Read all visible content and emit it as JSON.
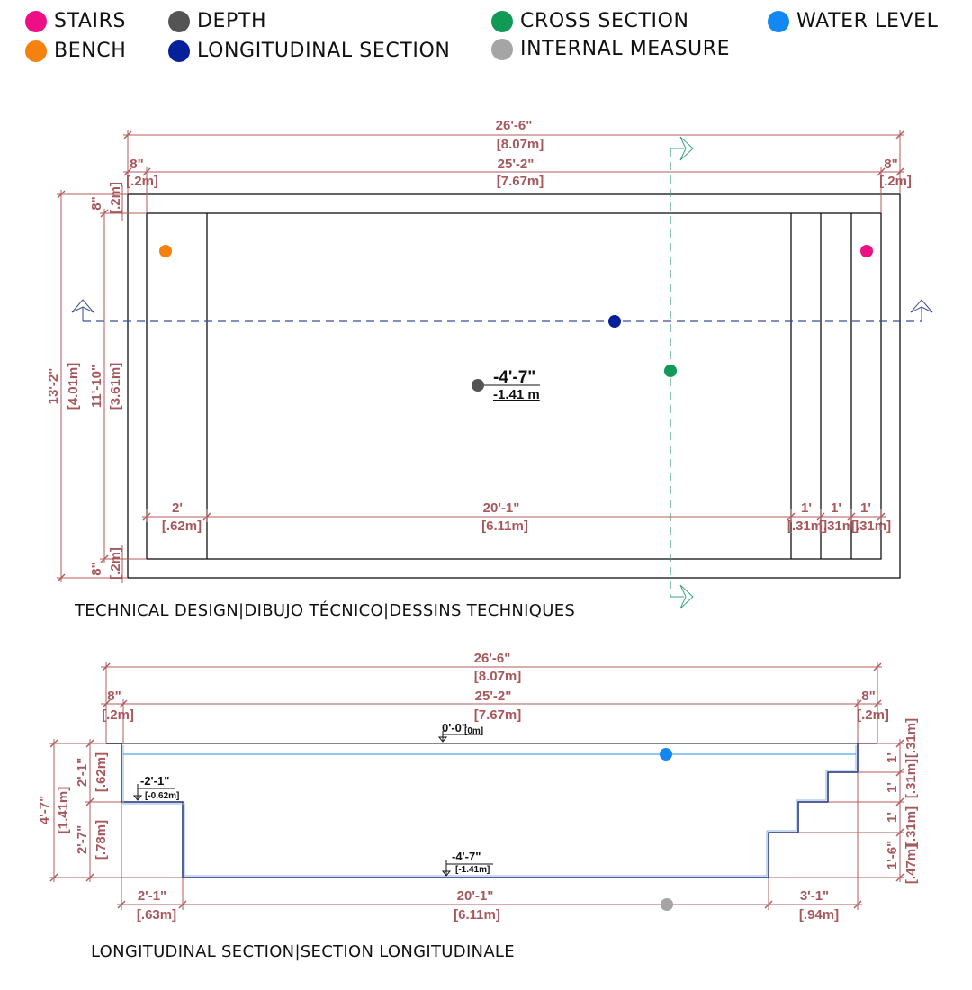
{
  "legend": [
    {
      "label": "STAIRS",
      "color": "#ee0f86"
    },
    {
      "label": "BENCH",
      "color": "#f5820f"
    },
    {
      "label": "DEPTH",
      "color": "#545454"
    },
    {
      "label": "LONGITUDINAL SECTION",
      "color": "#06209a"
    },
    {
      "label": "CROSS SECTION",
      "color": "#119a56"
    },
    {
      "label": "INTERNAL MEASURE",
      "color": "#a5a5a5"
    },
    {
      "label": "WATER LEVEL",
      "color": "#1488f2"
    }
  ],
  "plan": {
    "caption": "TECHNICAL DESIGN|DIBUJO TÉCNICO|DESSINS TECHNIQUES",
    "overall_width": {
      "ft": "26'-6\"",
      "m": "[8.07m]"
    },
    "inner_width": {
      "ft": "25'-2\"",
      "m": "[7.67m]"
    },
    "wall_left": {
      "ft": "8\"",
      "m": "[.2m]"
    },
    "wall_right": {
      "ft": "8\"",
      "m": "[.2m]"
    },
    "wall_top": {
      "ft": "8\"",
      "m": "[.2m]"
    },
    "wall_bottom": {
      "ft": "8\"",
      "m": "[.2m]"
    },
    "overall_height": {
      "ft": "13'-2\"",
      "m": "[4.01m]"
    },
    "inner_height": {
      "ft": "11'-10\"",
      "m": "[3.61m]"
    },
    "bench_width": {
      "ft": "2'",
      "m": "[.62m]"
    },
    "body_length": {
      "ft": "20'-1\"",
      "m": "[6.11m]"
    },
    "step1": {
      "ft": "1'",
      "m": "[.31m]"
    },
    "step2": {
      "ft": "1'",
      "m": "[.31m]"
    },
    "step3": {
      "ft": "1'",
      "m": "[.31m]"
    },
    "depth": {
      "ft": "-4'-7\"",
      "m": "-1.41 m"
    }
  },
  "section": {
    "caption": "LONGITUDINAL SECTION|SECTION LONGITUDINALE",
    "overall_width": {
      "ft": "26'-6\"",
      "m": "[8.07m]"
    },
    "inner_width": {
      "ft": "25'-2\"",
      "m": "[7.67m]"
    },
    "wall_left": {
      "ft": "8\"",
      "m": "[.2m]"
    },
    "wall_right": {
      "ft": "8\"",
      "m": "[.2m]"
    },
    "total_depth": {
      "ft": "4'-7\"",
      "m": "[1.41m]"
    },
    "bench_depth": {
      "ft": "2'-1\"",
      "m": "[.62m]"
    },
    "lower_depth": {
      "ft": "2'-7\"",
      "m": "[.78m]"
    },
    "level_top": {
      "ft": "0'-0\"",
      "m": "[0m]"
    },
    "level_bench": {
      "ft": "-2'-1\"",
      "m": "[-0.62m]"
    },
    "level_floor": {
      "ft": "-4'-7\"",
      "m": "[-1.41m]"
    },
    "bench_len": {
      "ft": "2'-1\"",
      "m": "[.63m]"
    },
    "floor_len": {
      "ft": "20'-1\"",
      "m": "[6.11m]"
    },
    "stairs_len": {
      "ft": "3'-1\"",
      "m": "[.94m]"
    },
    "riser1": {
      "ft": "1'",
      "m": "[.31m]"
    },
    "riser2": {
      "ft": "1'",
      "m": "[.31m]"
    },
    "riser3": {
      "ft": "1'",
      "m": "[.31m]"
    },
    "riser4": {
      "ft": "1'-6\"",
      "m": "[.47m]"
    }
  }
}
